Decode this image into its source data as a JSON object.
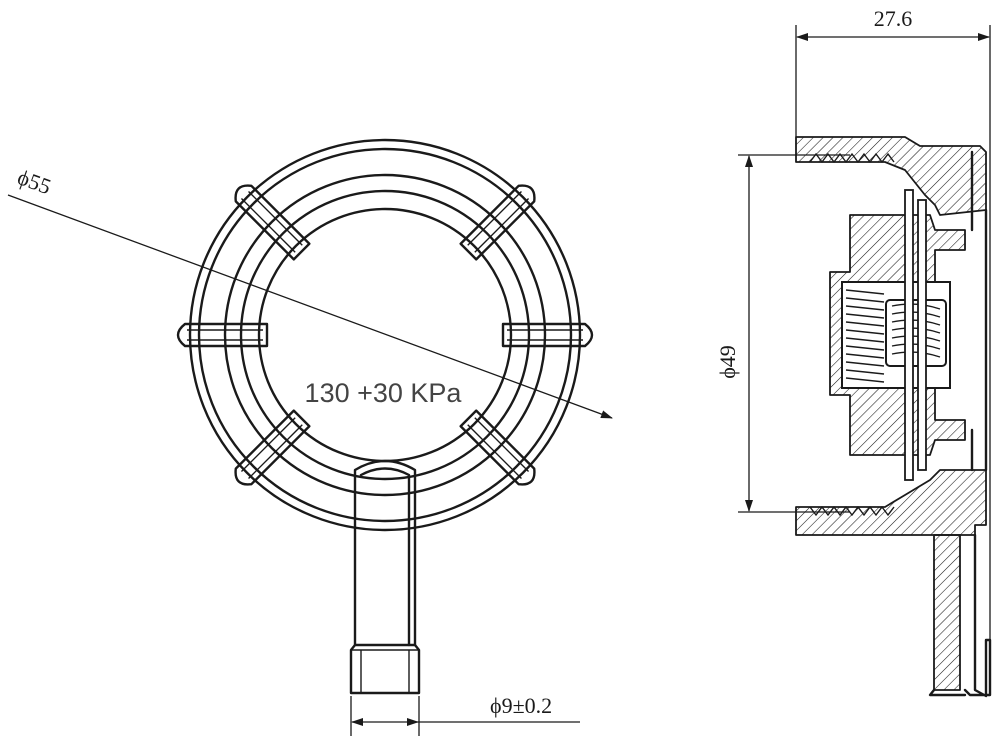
{
  "front_view": {
    "diameter_label": "ϕ55",
    "pressure_label": "130 +30 KPa",
    "hose_diameter_label": "ϕ9±0.2"
  },
  "side_view": {
    "width_label": "27.6",
    "diameter_label": "ϕ49"
  }
}
